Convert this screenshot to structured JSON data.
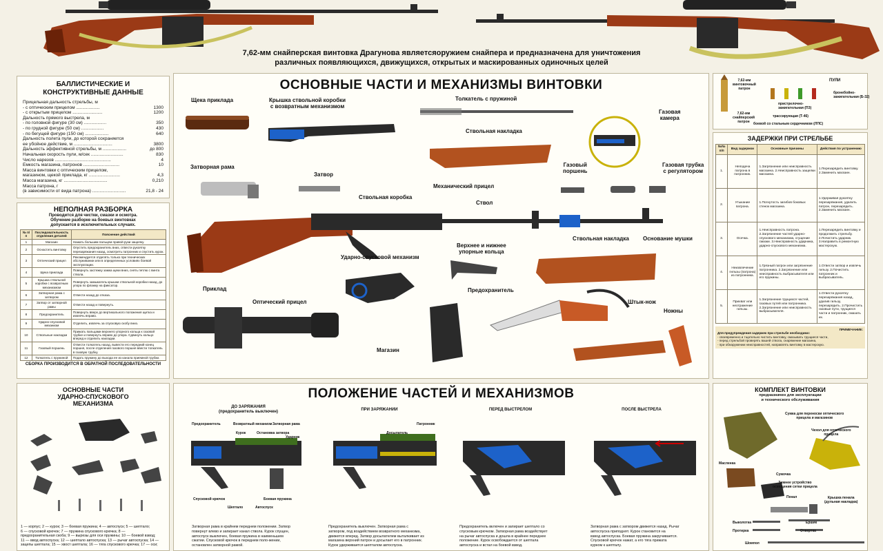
{
  "header": {
    "caption_line1": "7,62-мм снайперская винтовка Драгунова являетсяоружием снайпера и предназначена для уничтожения",
    "caption_line2": "различных появляющихся, движущихся, открытых и маскированных одиночных целей"
  },
  "ballistics": {
    "title_line1": "БАЛЛИСТИЧЕСКИЕ И",
    "title_line2": "КОНСТРУКТИВНЫЕ ДАННЫЕ",
    "rows": [
      {
        "label": "Прицельная дальность стрельбы, м",
        "value": ""
      },
      {
        "label": "- с оптическим прицелом ...................",
        "value": "1300"
      },
      {
        "label": "- с открытым прицелом ........................",
        "value": "1200"
      },
      {
        "label": "Дальность прямого выстрела, м",
        "value": ""
      },
      {
        "label": "- по головной фигуре (30 см) ..................",
        "value": "350"
      },
      {
        "label": "- по грудной фигуре (50 см) ..................",
        "value": "430"
      },
      {
        "label": "- по бегущей фигуре (150 см) ...................",
        "value": "640"
      },
      {
        "label": "Дальность полета пули, до которой сохраняется",
        "value": ""
      },
      {
        "label": "ее убойное действие, м ...............................",
        "value": "3800"
      },
      {
        "label": "Дальность эффективной стрельбы, м ...................",
        "value": "до 800"
      },
      {
        "label": "Начальная скорость пули, м/сек ..........................",
        "value": "830"
      },
      {
        "label": "Число нарезов .............................................",
        "value": "4"
      },
      {
        "label": "Емкость магазина, патронов .............................",
        "value": "10"
      },
      {
        "label": "Масса винтовки с оптическим прицелом,",
        "value": ""
      },
      {
        "label": "магазином, щекой приклада, кг .........................",
        "value": "4,3"
      },
      {
        "label": "Масса магазина, кг ...................................",
        "value": "0,210"
      },
      {
        "label": "Масса патрона, г",
        "value": ""
      },
      {
        "label": "(в зависимости от вида патрона) ...........................",
        "value": "21,8 - 24"
      }
    ]
  },
  "disassembly": {
    "title": "НЕПОЛНАЯ РАЗБОРКА",
    "subtitle1": "Проводится для чистки, смазки и осмотра.",
    "subtitle2": "Обучение разборке на боевых винтовках",
    "subtitle3": "допускается в исключительных случаях.",
    "col_num": "№ п/п",
    "col_seq": "Последовательность отделения деталей",
    "col_expl": "Пояснение действий",
    "rows": [
      {
        "n": "1",
        "part": "Магазин",
        "desc": "Нажать большим пальцем правой руки защелку."
      },
      {
        "n": "2",
        "part": "Оснастить винтовку",
        "desc": "Опустить предохранитель вниз, отвести рукоятку перезаряжания назад, осмотреть патронник и спустить курок."
      },
      {
        "n": "3",
        "part": "Оптический прицел",
        "desc": "Рекомендуется отделять только при технических обслуживании или в определенных условиях боевой эксплуатации."
      },
      {
        "n": "4",
        "part": "Щека приклада",
        "desc": "Повернуть застежку замка щеки вниз, снять петлю с винта ствола."
      },
      {
        "n": "5",
        "part": "Крышка ствольной коробки с возвратным механизмом",
        "desc": "Повернуть замыкатель крышки ствольной коробки назад, до упора по флажку на фиксатор."
      },
      {
        "n": "6",
        "part": "Затворная рама с затвором",
        "desc": "Отвести назад до отказа."
      },
      {
        "n": "7",
        "part": "Затвор от затворной рамы",
        "desc": "Отвести назад и повернуть."
      },
      {
        "n": "8",
        "part": "Предохранитель",
        "desc": "Повернуть вверх до вертикального положения щитка и извлечь вправо."
      },
      {
        "n": "9",
        "part": "Ударно-спусковой механизм",
        "desc": "Отделить, извлечь за спусковую скобу вниз."
      },
      {
        "n": "10",
        "part": "Ствольные накладки",
        "desc": "Прижать пальцами верхнего упорного кольца к газовой трубке и повернуть вправо до упора. Сдвинуть кольцо вперед и отделить накладки."
      },
      {
        "n": "11",
        "part": "Газовый поршень",
        "desc": "Отвести толкатель назад, вывести его передний конец поршня, после отделения газового поршня ввести толкатель в газовую трубку."
      },
      {
        "n": "12",
        "part": "Толкатель с пружиной",
        "desc": "Подать пружину до выхода ее из канала приемной трубки."
      }
    ],
    "footer": "СБОРКА ПРОИЗВОДИТСЯ В ОБРАТНОЙ ПОСЛЕДОВАТЕЛЬНОСТИ"
  },
  "main_parts": {
    "title": "ОСНОВНЫЕ ЧАСТИ И МЕХАНИЗМЫ ВИНТОВКИ",
    "labels": {
      "cheek": "Щека приклада",
      "cover_l1": "Крышка ствольной коробки",
      "cover_l2": "с возвратным механизмом",
      "pusher": "Толкатель с пружиной",
      "gas_chamber_l1": "Газовая",
      "gas_chamber_l2": "камера",
      "handguard_top": "Ствольная накладка",
      "gas_piston_l1": "Газовый",
      "gas_piston_l2": "поршень",
      "gas_tube_l1": "Газовая трубка",
      "gas_tube_l2": "с регулятором",
      "bolt_carrier": "Затворная рама",
      "bolt": "Затвор",
      "rear_sight": "Механический прицел",
      "receiver": "Ствольная коробка",
      "barrel": "Ствол",
      "rings_l1": "Верхнее и нижнее",
      "rings_l2": "упорные кольца",
      "handguard_bottom": "Ствольная накладка",
      "front_sight": "Основание мушки",
      "trigger": "Ударно-спусковой механизм",
      "stock": "Приклад",
      "safety": "Предохранитель",
      "scope": "Оптический прицел",
      "bayonet": "Штык-нож",
      "knives": "Ножны",
      "magazine": "Магазин"
    }
  },
  "ammo": {
    "cart1_l1": "7,62-мм",
    "cart1_l2": "винтовочный",
    "cart1_l3": "патрон",
    "cart2_l1": "7,62-мм",
    "cart2_l2": "снайперский",
    "cart2_l3": "патрон",
    "bullets_title": "ПУЛИ",
    "b1_l1": "бронебойно-",
    "b1_l2": "зажигательная (Б-32)",
    "b2_l1": "пристрелочно-",
    "b2_l2": "зажигательная (ПЗ)",
    "b3": "трассирующая (Т-46)",
    "b4": "боевой со стальным сердечником (ЛПС)"
  },
  "malfunctions": {
    "title": "ЗАДЕРЖКИ ПРИ СТРЕЛЬБЕ",
    "col_n": "№№ п/п",
    "col_type": "Вид задержки",
    "col_cause": "Основные причины",
    "col_action": "Действия по устранению",
    "rows": [
      {
        "n": "1.",
        "type": "Неподача патрона в патронник.",
        "cause": "1.Загрязнение или неисправность магазина. 2.Неисправность защелки магазина.",
        "action": "1.Перезарядить винтовку. 2.Заменить магазин."
      },
      {
        "n": "2.",
        "type": "Утыкание патрона.",
        "cause": "1.Погнутость загибов боковых стенок магазина.",
        "action": "1.Удерживая рукоятку перезаряжания, удалить патрон, перезарядить. 2.Заменить магазин."
      },
      {
        "n": "3.",
        "type": "Осечка.",
        "cause": "1.Неисправность патрона. 2.Загрязнение частей ударно-спускового механизма, сгущение смазки. 3.Неисправность ударника, ударно-спускового механизма.",
        "action": "1.Перезарядить винтовку и продолжить стрельбу. 2.Почистить ударник. 3.Направить в ремонтную мастерскую."
      },
      {
        "n": "4.",
        "type": "Неизвлечение гильзы (патрона) из патронника.",
        "cause": "1.Грязный патрон или загрязнение патронника. 2.Загрязнение или неисправность выбрасывателя или его пружины.",
        "action": "1.Отвести затвор и извлечь гильзу. 2.Почистить патронник и выбрасыватель."
      },
      {
        "n": "5.",
        "type": "Прихват или неотражение гильзы.",
        "cause": "1.Загрязнение трущихся частей, газовых путей или патронника. 2.Загрязнение или неисправность выбрасывателя.",
        "action": "1.Отвести рукоятку перезаряжания назад, удалив гильзу, перезарядить. 2.Прочистить газовые пути, трущиеся части и патронник, смазать их."
      }
    ],
    "note_title": "ПРИМЕЧАНИЕ:",
    "note_l1": "Для предупреждения задержек при стрельбе необходимо:",
    "note_l2": "- своевременно и тщательно чистить винтовку, смазывать трущиеся части,",
    "note_l3": "- перед стрельбой проверять вашей ствола, снаряжение магазина,",
    "note_l4": "- при обнаружении неисправностей, направлять винтовку в мастерскую."
  },
  "trigger_parts": {
    "title_l1": "ОСНОВНЫЕ ЧАСТИ",
    "title_l2": "УДАРНО-СПУСКОВОГО",
    "title_l3": "МЕХАНИЗМА",
    "legend_l1": "1 — корпус; 2 — курок; 3 — боевая пружина; 4 — автоспуск; 5 — шептало;",
    "legend_l2": "6 — спусковой крючок; 7 — пружина спускового крючка; 8 —",
    "legend_l3": "предохранительная скоба; 9 — вырезы для оси пружины; 10 — боевой взвод;",
    "legend_l4": "11 — ввод автоспуска; 12 — шептало автоспуска; 13 — рычаг автоспуска; 14 —",
    "legend_l5": "зацепы шептала; 15 — хвост шептала; 16 — тяга спускового крючка; 17 — оси;"
  },
  "positions": {
    "title": "ПОЛОЖЕНИЕ ЧАСТЕЙ И МЕХАНИЗМОВ",
    "p1_title_l1": "ДО ЗАРЯЖАНИЯ",
    "p1_title_l2": "(предохранитель выключен)",
    "p2_title": "ПРИ ЗАРЯЖАНИИ",
    "p3_title": "ПЕРЕД ВЫСТРЕЛОМ",
    "p4_title": "ПОСЛЕ ВЫСТРЕЛА",
    "p1_text_l1": "Затворная рама в крайнем переднем положении. Затвор",
    "p1_text_l2": "повернут влево и запирает канал ствола. Курок спущен,",
    "p1_text_l3": "автоспуск выключен, боевая пружина в наименьшем",
    "p1_text_l4": "сжатии. Спусковой крючок в переднем поло-жении,",
    "p1_text_l5": "остановлен затворной рамой.",
    "p2_text_l1": "Предохранитель выключен. Затворная рама с",
    "p2_text_l2": "затвором, под воздействием возвратного механизма,",
    "p2_text_l3": "движется вперед. Затвор досылателем выталкивает из",
    "p2_text_l4": "магазина верхний патрон и досылает его в патронник.",
    "p2_text_l5": "Курок удерживается шепталом автоспуска.",
    "p3_text_l1": "Предохранитель включен и запирает шептало со",
    "p3_text_l2": "спусковым крючком. Затворная рама воздействует",
    "p3_text_l3": "на рычаг автоспуска и дошла в крайнее переднее",
    "p3_text_l4": "положение. Курок освобождается от шептала",
    "p3_text_l5": "автоспуска и встал на боевой взвод.",
    "p4_text_l1": "Затворная рама с затвором движется назад. Рычаг",
    "p4_text_l2": "автоспуска приподнят. Курок становится на",
    "p4_text_l3": "взвод автоспуска. Боевая пружина закручивается.",
    "p4_text_l4": "Спусковой крючок нажат, а его тяга прижата",
    "p4_text_l5": "курком к шепталу.",
    "tags": {
      "safety": "Предохранитель",
      "return_mech": "Возвратный механизм",
      "hammer": "Курок",
      "bolt_stop": "Остановка затвора",
      "bolt_carrier": "Затворная рама",
      "striker": "Ударник",
      "sear": "Шептало",
      "auto_sear": "Автоспуск",
      "trigger_spring": "Спусковой крючок",
      "main_spring": "Боевая пружина",
      "chamber": "Патронник",
      "rammer": "Досылатель"
    }
  },
  "kit": {
    "title": "КОМПЛЕКТ ВИНТОВКИ",
    "subtitle_l1": "предназначен для эксплуатации",
    "subtitle_l2": "и технического обслуживания",
    "bag_l1": "Сумка для переноски оптического",
    "bag_l2": "прицела и магазинов",
    "case_l1": "Чехол для оптического",
    "case_l2": "прицела",
    "oiler": "Масленка",
    "pouch": "Сумочка",
    "lighting_l1": "Зимнее устройство",
    "lighting_l2": "освещения сетки прицела",
    "pencil_case": "Пенал",
    "pencil_cap_l1": "Крышка пенала",
    "pencil_cap_l2": "(дульная накладка)",
    "punch": "Выколотка",
    "brush": "Ершик",
    "wiper": "Протирка",
    "screwdriver": "Отвертка",
    "rod": "Шомпол"
  },
  "colors": {
    "wood": "#9b3a16",
    "wood_dark": "#6a2208",
    "metal": "#2a2a2a",
    "blue": "#1d62c9",
    "khaki": "#6f6a2b",
    "sling": "#c9c25e",
    "note_bg": "#f3e8c6",
    "panel_bg": "#fffef8"
  }
}
